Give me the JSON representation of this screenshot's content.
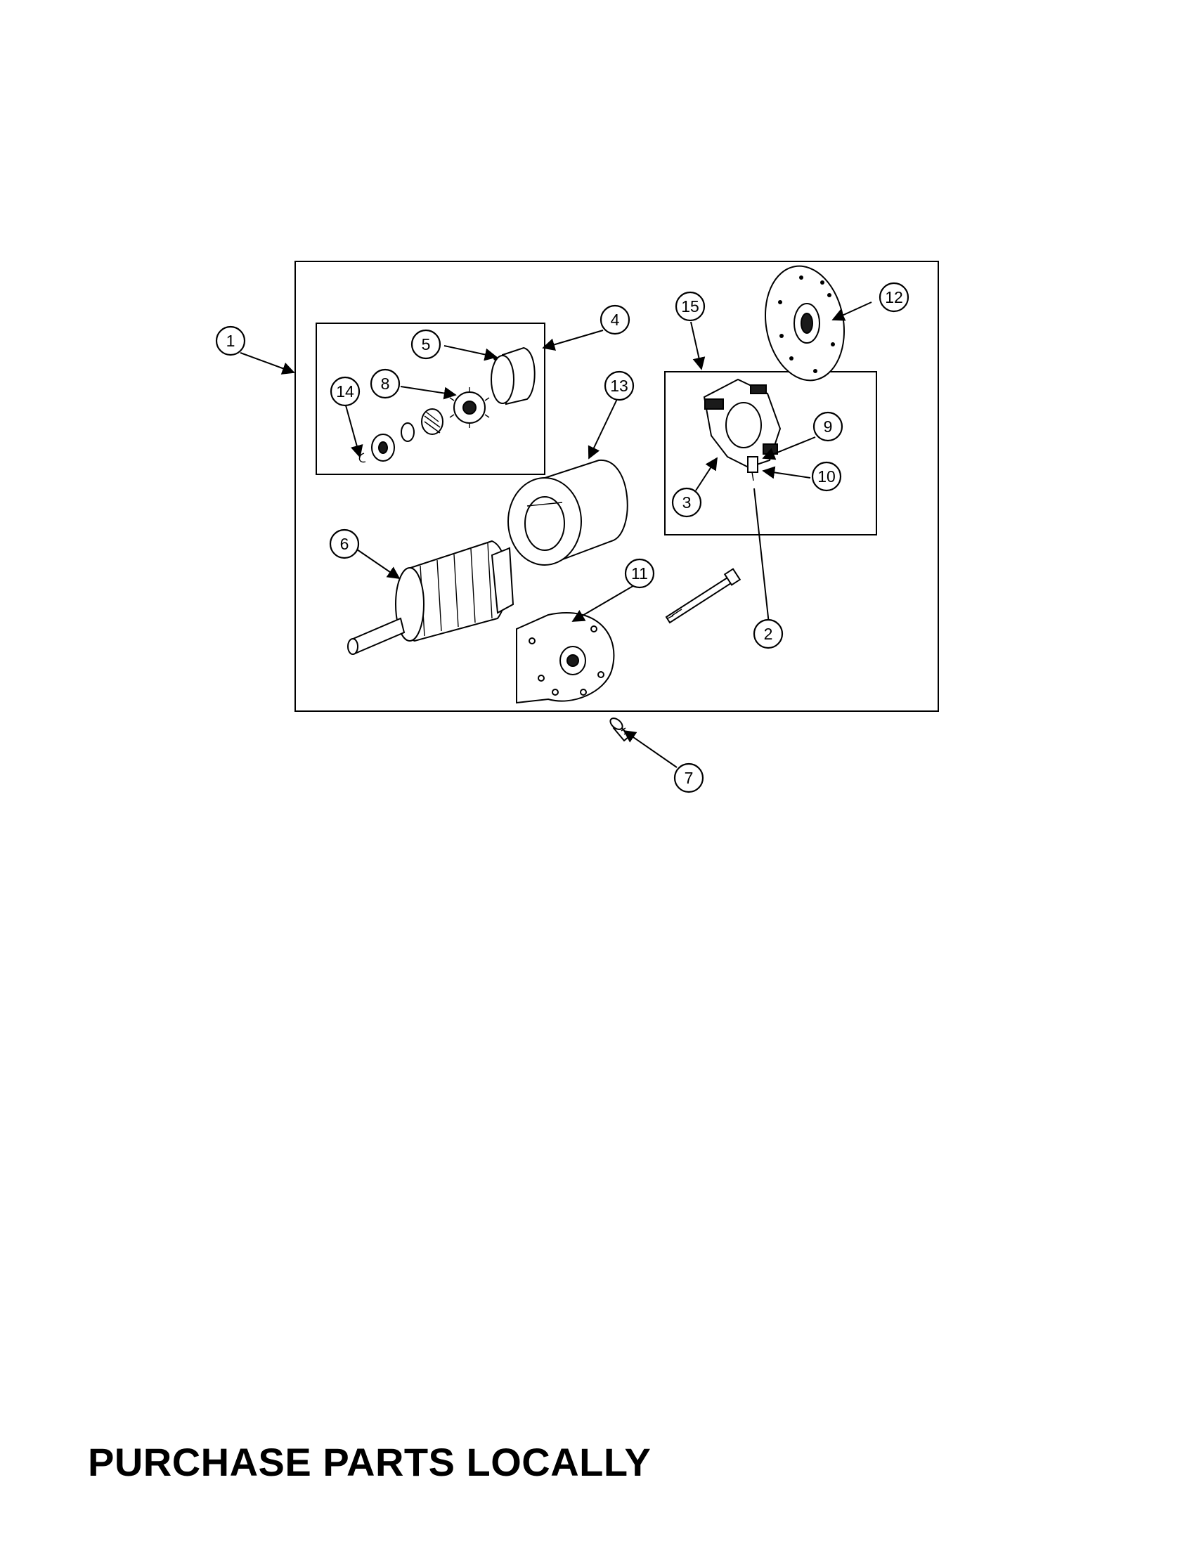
{
  "footer": {
    "note": "PURCHASE PARTS LOCALLY"
  },
  "callouts": {
    "c1": "1",
    "c2": "2",
    "c3": "3",
    "c4": "4",
    "c5": "5",
    "c6": "6",
    "c7": "7",
    "c8": "8",
    "c9": "9",
    "c10": "10",
    "c11": "11",
    "c12": "12",
    "c13": "13",
    "c14": "14",
    "c15": "15"
  }
}
